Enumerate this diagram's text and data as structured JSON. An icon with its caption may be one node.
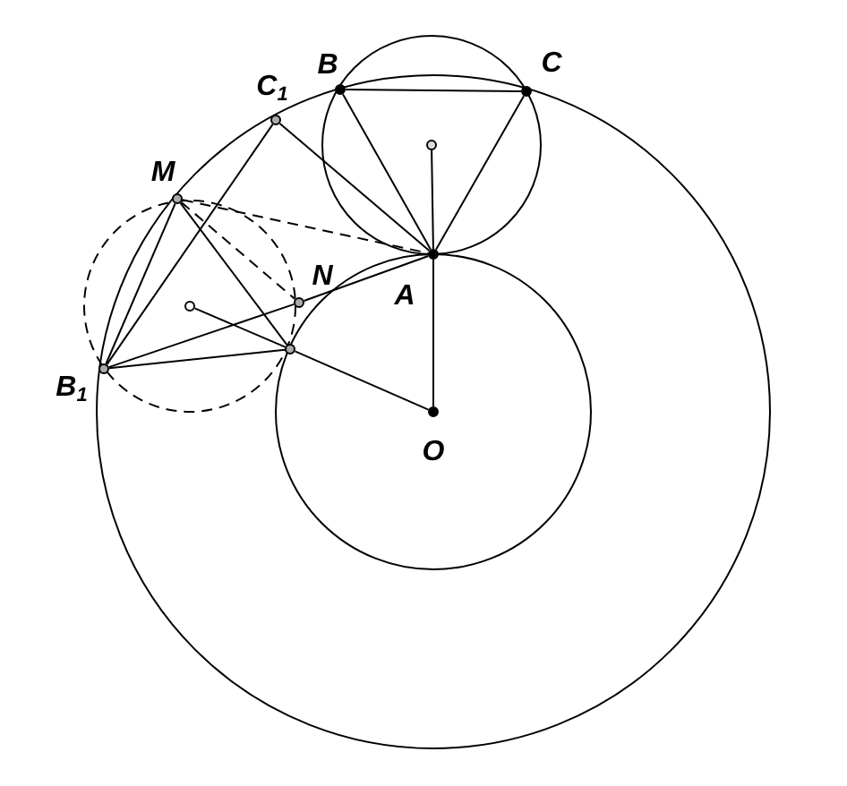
{
  "diagram": {
    "nodes": [
      {
        "text": [],
        "shape": "circle",
        "beside": [
          "B"
        ]
      },
      {
        "text": [],
        "shape": "circle",
        "beside": [
          "C"
        ]
      },
      {
        "text": [],
        "shape": "circle",
        "beside": [
          "C$_{1}$"
        ]
      },
      {
        "text": [],
        "shape": "circle"
      },
      {
        "text": [],
        "shape": "circle",
        "beside": [
          "M"
        ]
      },
      {
        "text": [],
        "shape": "circle",
        "beside": [
          "A"
        ]
      },
      {
        "text": [],
        "shape": "circle",
        "beside": [
          "N"
        ]
      },
      {
        "text": [],
        "shape": "circle"
      },
      {
        "text": [],
        "shape": "circle"
      },
      {
        "text": [],
        "shape": "circle",
        "beside": [
          "B$_{1}$"
        ]
      },
      {
        "text": [],
        "shape": "circle",
        "beside": [
          "O"
        ]
      }
    ],
    "edges": [
      {
        "from": 0,
        "to": 1,
        "arrow": "none"
      },
      {
        "from": 0,
        "to": 5,
        "arrow": "none"
      },
      {
        "from": 1,
        "to": 5,
        "arrow": "none"
      },
      {
        "from": 3,
        "to": 5,
        "arrow": "none"
      },
      {
        "from": 5,
        "to": 10,
        "arrow": "none"
      },
      {
        "from": 2,
        "to": 9,
        "arrow": "none"
      },
      {
        "from": 2,
        "to": 5,
        "arrow": "none"
      },
      {
        "from": 4,
        "to": 9,
        "arrow": "none"
      },
      {
        "from": 4,
        "to": 8,
        "arrow": "none"
      },
      {
        "from": 4,
        "to": 6,
        "arrow": "none",
        "style": "dashed"
      },
      {
        "from": 4,
        "to": 5,
        "arrow": "none",
        "style": "dashed"
      },
      {
        "from": 9,
        "to": 6,
        "arrow": "none"
      },
      {
        "from": 6,
        "to": 5,
        "arrow": "none"
      },
      {
        "from": 9,
        "to": 8,
        "arrow": "none"
      },
      {
        "from": 7,
        "to": 8,
        "arrow": "none"
      },
      {
        "from": 8,
        "to": 10,
        "arrow": "none"
      }
    ]
  }
}
